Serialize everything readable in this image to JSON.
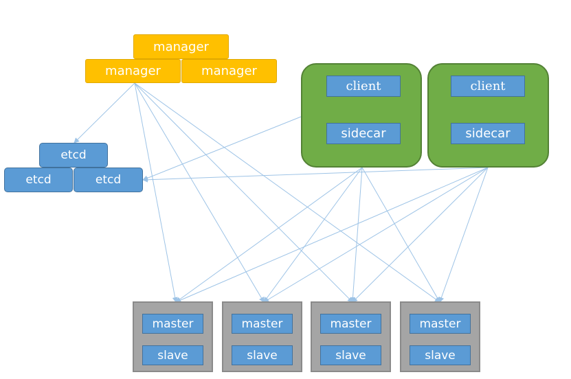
{
  "managers": [
    "manager",
    "manager",
    "manager"
  ],
  "etcd": [
    "etcd",
    "etcd",
    "etcd"
  ],
  "pods": [
    {
      "client": "client",
      "sidecar": "sidecar"
    },
    {
      "client": "client",
      "sidecar": "sidecar"
    }
  ],
  "nodes": [
    {
      "master": "master",
      "slave": "slave"
    },
    {
      "master": "master",
      "slave": "slave"
    },
    {
      "master": "master",
      "slave": "slave"
    },
    {
      "master": "master",
      "slave": "slave"
    }
  ],
  "colors": {
    "manager": "#ffc000",
    "etcd": "#5b9bd5",
    "pod": "#70ad47",
    "node": "#a5a5a5",
    "arrow": "#9dc3e6"
  }
}
